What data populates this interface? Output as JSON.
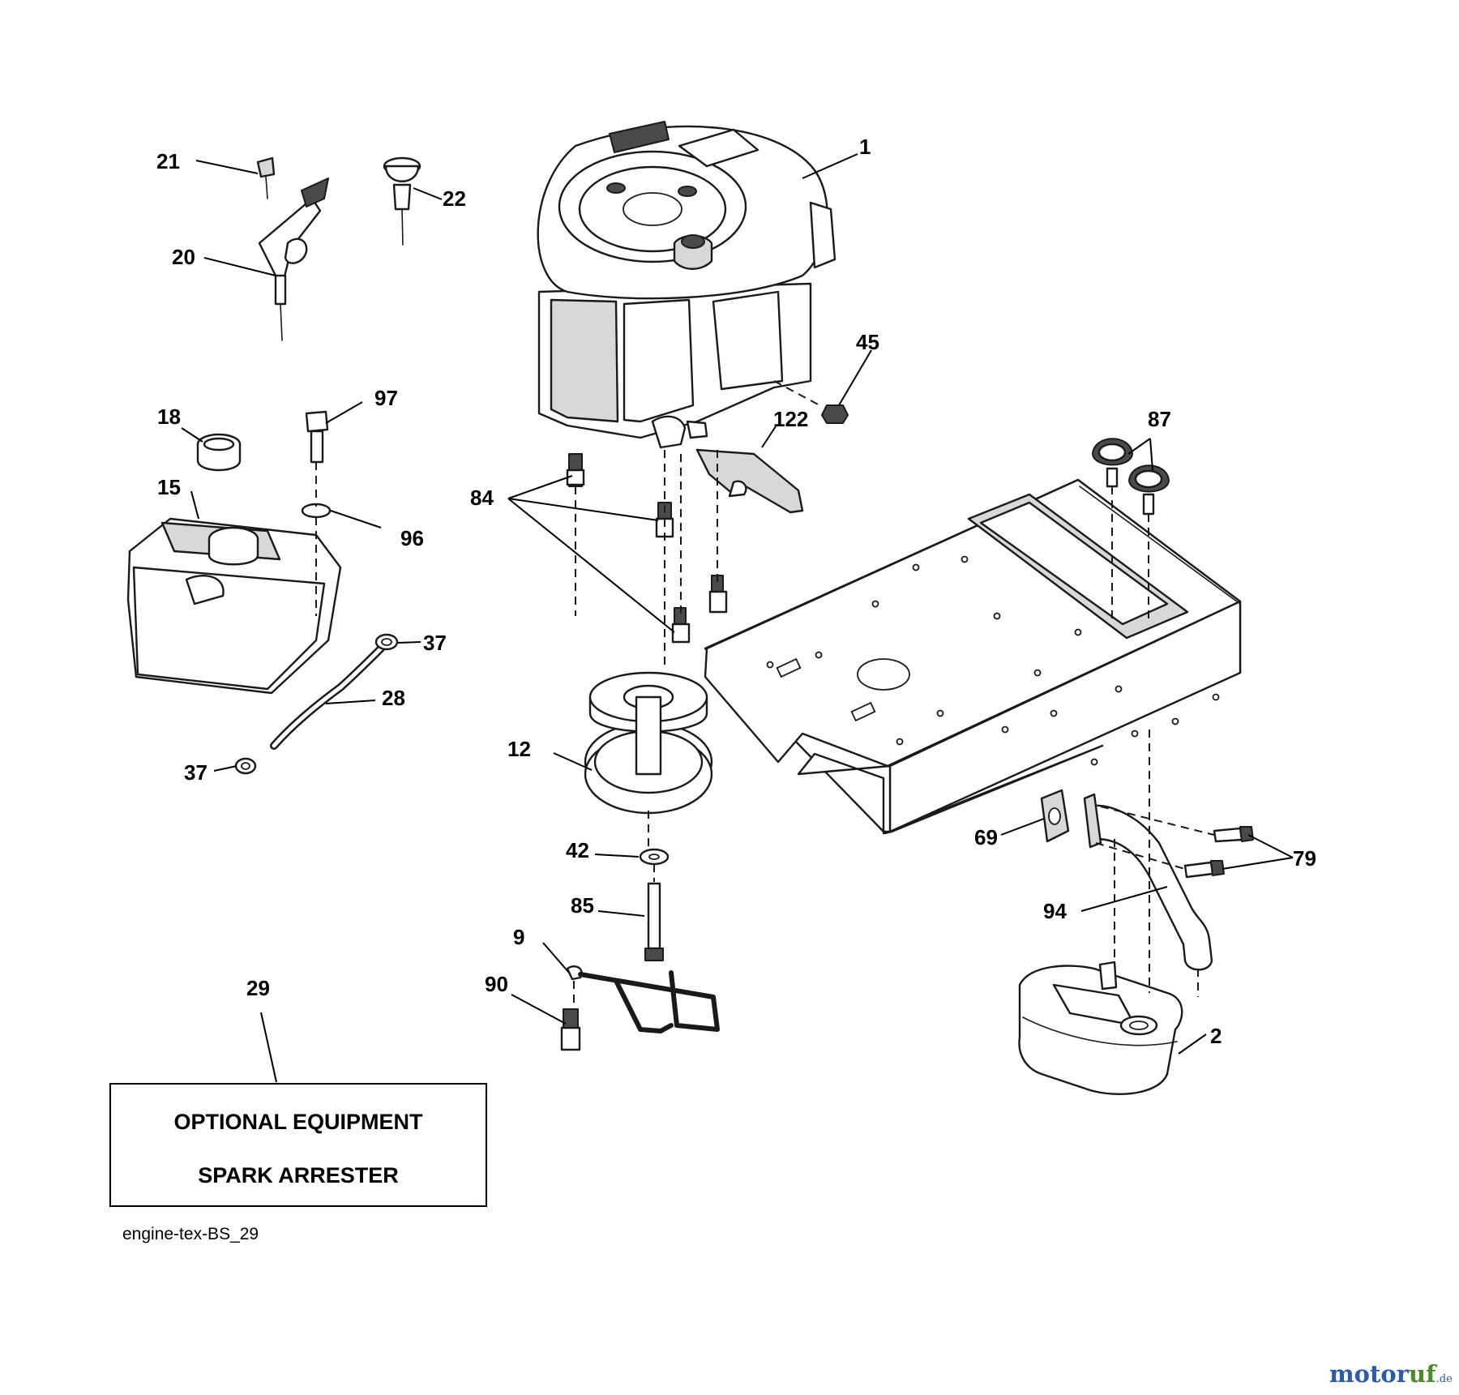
{
  "diagram_code": "engine-tex-BS_29",
  "callouts": {
    "c1": "1",
    "c2": "2",
    "c9": "9",
    "c12": "12",
    "c15": "15",
    "c18": "18",
    "c20": "20",
    "c21": "21",
    "c22": "22",
    "c28": "28",
    "c29": "29",
    "c37a": "37",
    "c37b": "37",
    "c42": "42",
    "c45": "45",
    "c69": "69",
    "c79": "79",
    "c84": "84",
    "c85": "85",
    "c87": "87",
    "c90": "90",
    "c94": "94",
    "c96": "96",
    "c97": "97",
    "c122": "122"
  },
  "optional_box": {
    "line1": "OPTIONAL EQUIPMENT",
    "line2": "SPARK ARRESTER"
  },
  "watermark": {
    "part1": "motor",
    "part2": "uf",
    "suffix": ".de"
  }
}
